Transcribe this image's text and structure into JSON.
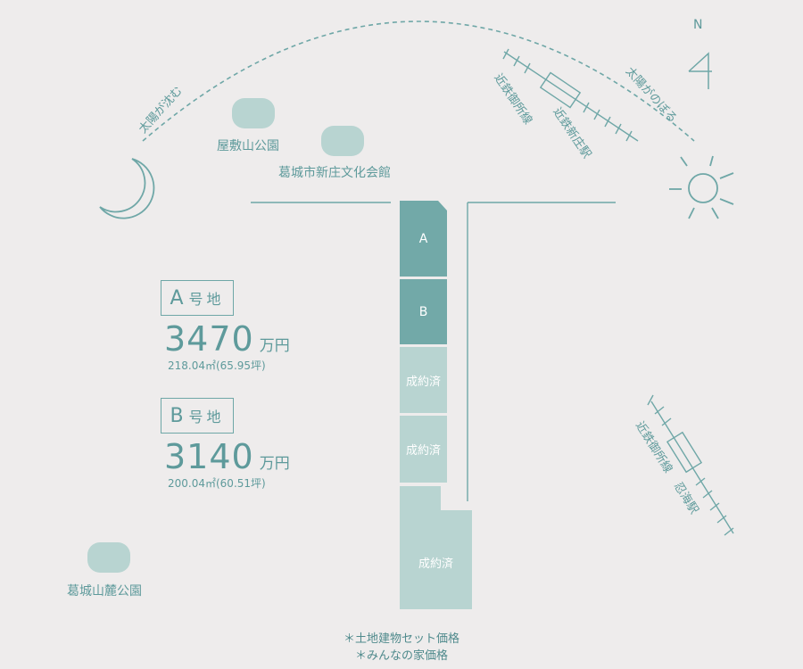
{
  "compass": {
    "north": "N"
  },
  "sun": {
    "set_label": "太陽が沈む",
    "rise_label": "太陽がのぼる"
  },
  "parks": {
    "yashikiyama": "屋敷山公園",
    "shinjo_hall": "葛城市新庄文化会館",
    "fumoto": "葛城山麓公園"
  },
  "stations": {
    "line1": "近鉄御所線",
    "station1": "近鉄新庄駅",
    "line2": "近鉄御所線",
    "station2": "忍海駅"
  },
  "lots": {
    "a": "A",
    "b": "B",
    "sold1": "成約済",
    "sold2": "成約済",
    "sold3": "成約済"
  },
  "listings": [
    {
      "letter": "A",
      "suffix": "号地",
      "price": "3470",
      "unit": "万円",
      "area": "218.04㎡(65.95坪)"
    },
    {
      "letter": "B",
      "suffix": "号地",
      "price": "3140",
      "unit": "万円",
      "area": "200.04㎡(60.51坪)"
    }
  ],
  "notes": {
    "line1": "＊土地建物セット価格",
    "line2": "＊みんなの家価格"
  },
  "colors": {
    "lot_dark": "#72a9a8",
    "lot_light": "#b8d4d1",
    "accent": "#5e9a9b"
  }
}
